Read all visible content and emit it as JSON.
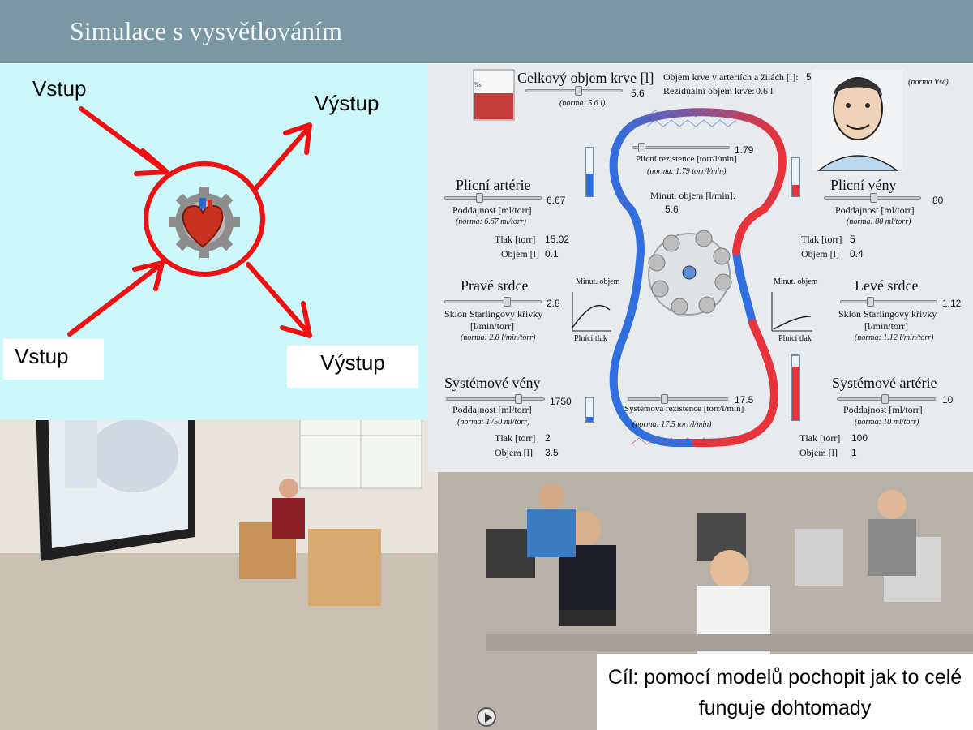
{
  "slide": {
    "title": "Simulace s vysvětlováním",
    "goal_text": "Cíl: pomocí modelů pochopit jak to celé funguje dohtomady"
  },
  "diagram": {
    "input_top": "Vstup",
    "output_top": "Výstup",
    "input_bottom": "Vstup",
    "output_bottom": "Výstup",
    "arrow_color": "#ee1111",
    "icons": [
      "heart-icon",
      "gear-icon"
    ]
  },
  "simulation": {
    "total_blood": {
      "label": "Celkový objem krve [l]",
      "value": "5.6",
      "norm": "(norma: 5.6 l)",
      "level": 0.54
    },
    "arterial_venous_volume": {
      "label": "Objem krve v arteriích a žilách [l]:",
      "value": "5"
    },
    "residual_volume": {
      "label": "Reziduální objem krve:",
      "value": "0.6 l"
    },
    "norm_all": "(norma Vše)",
    "beaker_scale": "5.6",
    "pulmonary_resistance": {
      "value": "1.79",
      "label": "Plicní rezistence  [torr/l/min]",
      "norm": "(norma: 1.79  torr/l/min)"
    },
    "minute_volume": {
      "label": "Minut. objem [l/min]:",
      "value": "5.6"
    },
    "systemic_resistance": {
      "value": "17.5",
      "label": "Systémová rezistence  [torr/l/min]",
      "norm": "(norma: 17.5  torr/l/min)"
    },
    "pulmonary_artery": {
      "title": "Plicní artérie",
      "slider_value": "6.67",
      "compliance_label": "Poddajnost [ml/torr]",
      "norm": "(norma: 6.67 ml/torr)",
      "pressure_label": "Tlak [torr]",
      "pressure": "15.02",
      "volume_label": "Objem [l]",
      "volume": "0.1"
    },
    "pulmonary_veins": {
      "title": "Plicní vény",
      "slider_value": "80",
      "compliance_label": "Poddajnost [ml/torr]",
      "norm": "(norma: 80 ml/torr)",
      "pressure_label": "Tlak [torr]",
      "pressure": "5",
      "volume_label": "Objem [l]",
      "volume": "0.4"
    },
    "right_heart": {
      "title": "Pravé srdce",
      "slider_value": "2.8",
      "slope_label_1": "Sklon Starlingovy křivky",
      "slope_label_2": "[l/min/torr]",
      "norm": "(norma: 2.8 l/min/torr)",
      "chart_top": "Minut. objem",
      "chart_bottom": "Plnící tlak"
    },
    "left_heart": {
      "title": "Levé srdce",
      "slider_value": "1.12",
      "slope_label_1": "Sklon Starlingovy křivky",
      "slope_label_2": "[l/min/torr]",
      "norm": "(norma: 1.12 l/min/torr)",
      "chart_top": "Minut. objem",
      "chart_bottom": "Plnící tlak"
    },
    "systemic_veins": {
      "title": "Systémové vény",
      "slider_value": "1750",
      "compliance_label": "Poddajnost [ml/torr]",
      "norm": "(norma: 1750 ml/torr)",
      "pressure_label": "Tlak [torr]",
      "pressure": "2",
      "volume_label": "Objem [l]",
      "volume": "3.5"
    },
    "systemic_arteries": {
      "title": "Systémové artérie",
      "slider_value": "10",
      "compliance_label": "Poddajnost [ml/torr]",
      "norm": "(norma: 10 ml/torr)",
      "pressure_label": "Tlak [torr]",
      "pressure": "100",
      "volume_label": "Objem [l]",
      "volume": "1"
    },
    "colors": {
      "venous": "#2f6fe0",
      "arterial": "#e8333a",
      "blood": "#c43c3c"
    }
  }
}
